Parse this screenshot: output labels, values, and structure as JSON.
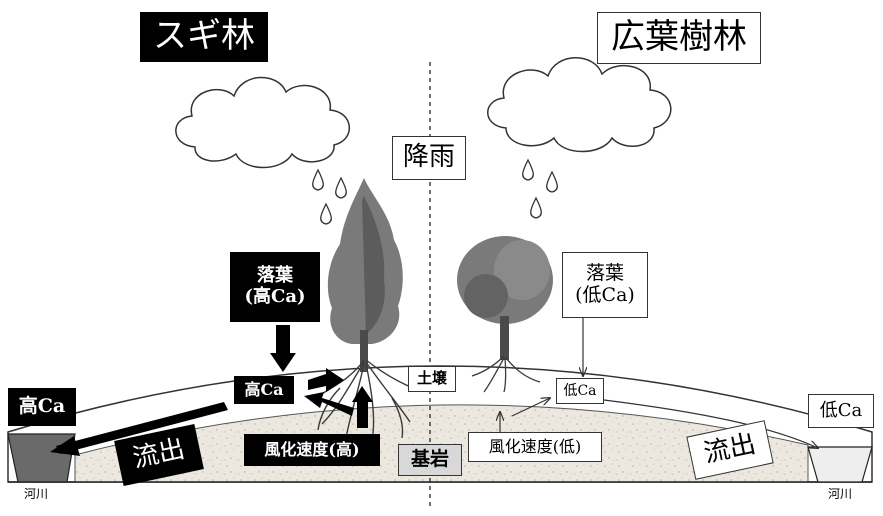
{
  "forest": {
    "sugi": "スギ林",
    "broadleaf": "広葉樹林"
  },
  "weather": {
    "rain": "降雨"
  },
  "litter": {
    "sugi_line1": "落葉",
    "sugi_line2": "(高Ca)",
    "broad_line1": "落葉",
    "broad_line2": "(低Ca)"
  },
  "soil": {
    "label": "土壌",
    "high_ca": "高Ca",
    "low_ca": "低Ca"
  },
  "bedrock": {
    "label": "基岩"
  },
  "weathering": {
    "high": "風化速度(高)",
    "low": "風化速度(低)"
  },
  "outflow": {
    "left_label": "流出",
    "right_label": "流出",
    "left_ca": "高Ca",
    "right_ca": "低Ca"
  },
  "river": {
    "left": "河川",
    "right": "河川"
  },
  "colors": {
    "sugi_fill": "#000000",
    "tree_gray": "#6f6f6f",
    "bedrock_fill": "#ece8df",
    "river_left_fill": "#6a6a6a",
    "river_right_fill": "#eeeeee"
  }
}
